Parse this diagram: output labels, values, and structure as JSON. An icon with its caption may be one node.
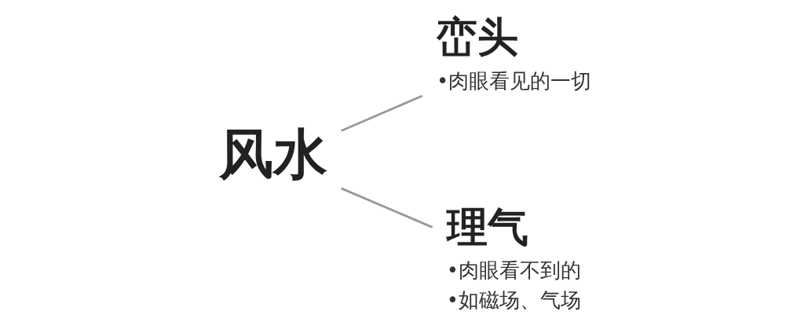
{
  "diagram": {
    "nodes": [
      {
        "text": [
          "风水"
        ]
      },
      {
        "text": [
          "峦头"
        ],
        "beside": [
          "•肉眼看见的一切"
        ]
      },
      {
        "text": [
          "理气"
        ],
        "beside": [
          "•肉眼看不到的",
          "•如磁场、气场"
        ]
      }
    ],
    "edges": [
      {
        "from": 0,
        "to": 1,
        "arrow": "none"
      },
      {
        "from": 0,
        "to": 2,
        "arrow": "none"
      }
    ]
  }
}
